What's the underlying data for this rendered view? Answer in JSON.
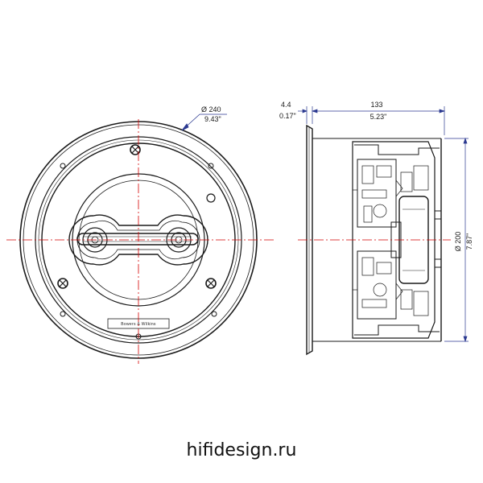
{
  "front_view": {
    "outer_diameter_mm": "Ø 240",
    "outer_diameter_in": "9.43\"",
    "brand_label": "Bowers & Wilkins"
  },
  "side_view": {
    "flange_depth_mm": "4.4",
    "flange_depth_in": "0.17\"",
    "body_depth_mm": "133",
    "body_depth_in": "5.23\"",
    "cutout_diameter_mm": "Ø 200",
    "cutout_diameter_in": "7.87\""
  },
  "watermark": "hifidesign.ru",
  "colors": {
    "line": "#1a1a1a",
    "centerline": "#d40000",
    "dimension": "#2b3990"
  }
}
